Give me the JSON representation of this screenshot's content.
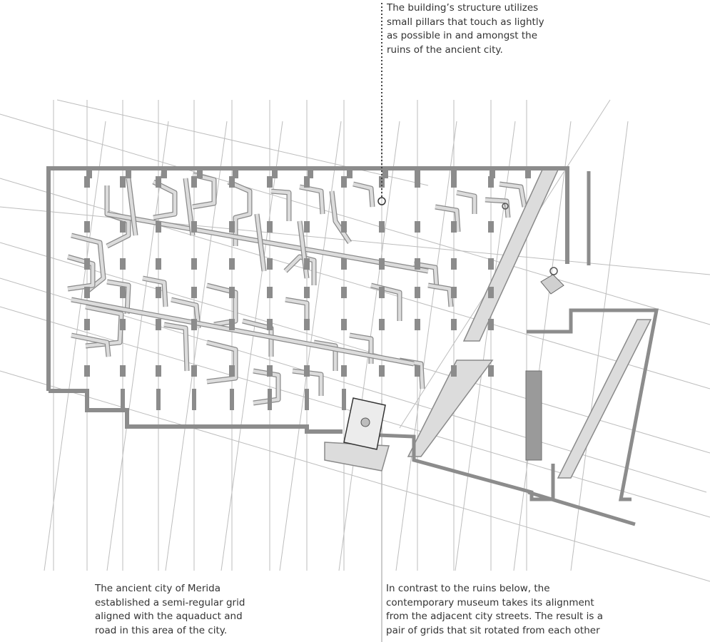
{
  "annotations": {
    "structure": [
      "The building’s structure utilizes",
      "small pillars that touch as lightly",
      "as possible in and amongst the",
      "ruins of the ancient city."
    ],
    "ancient_grid": [
      "The ancient city of Merida",
      "established a semi-regular grid",
      "aligned with the aquaduct and",
      "road in this area of the city."
    ],
    "museum_grid": [
      "In contrast to the ruins below, the",
      "contemporary museum takes its alignment",
      "from the adjacent city streets. The result is a",
      "pair of grids that sit rotated from each other"
    ]
  },
  "colors": {
    "grid_line": "#bdbdbd",
    "wall": "#8c8c8c",
    "ruin_fill": "#dcdcdc",
    "ruin_stroke": "#8a8a8a",
    "pillar": "#8c8c8c",
    "leader": "#444444"
  }
}
